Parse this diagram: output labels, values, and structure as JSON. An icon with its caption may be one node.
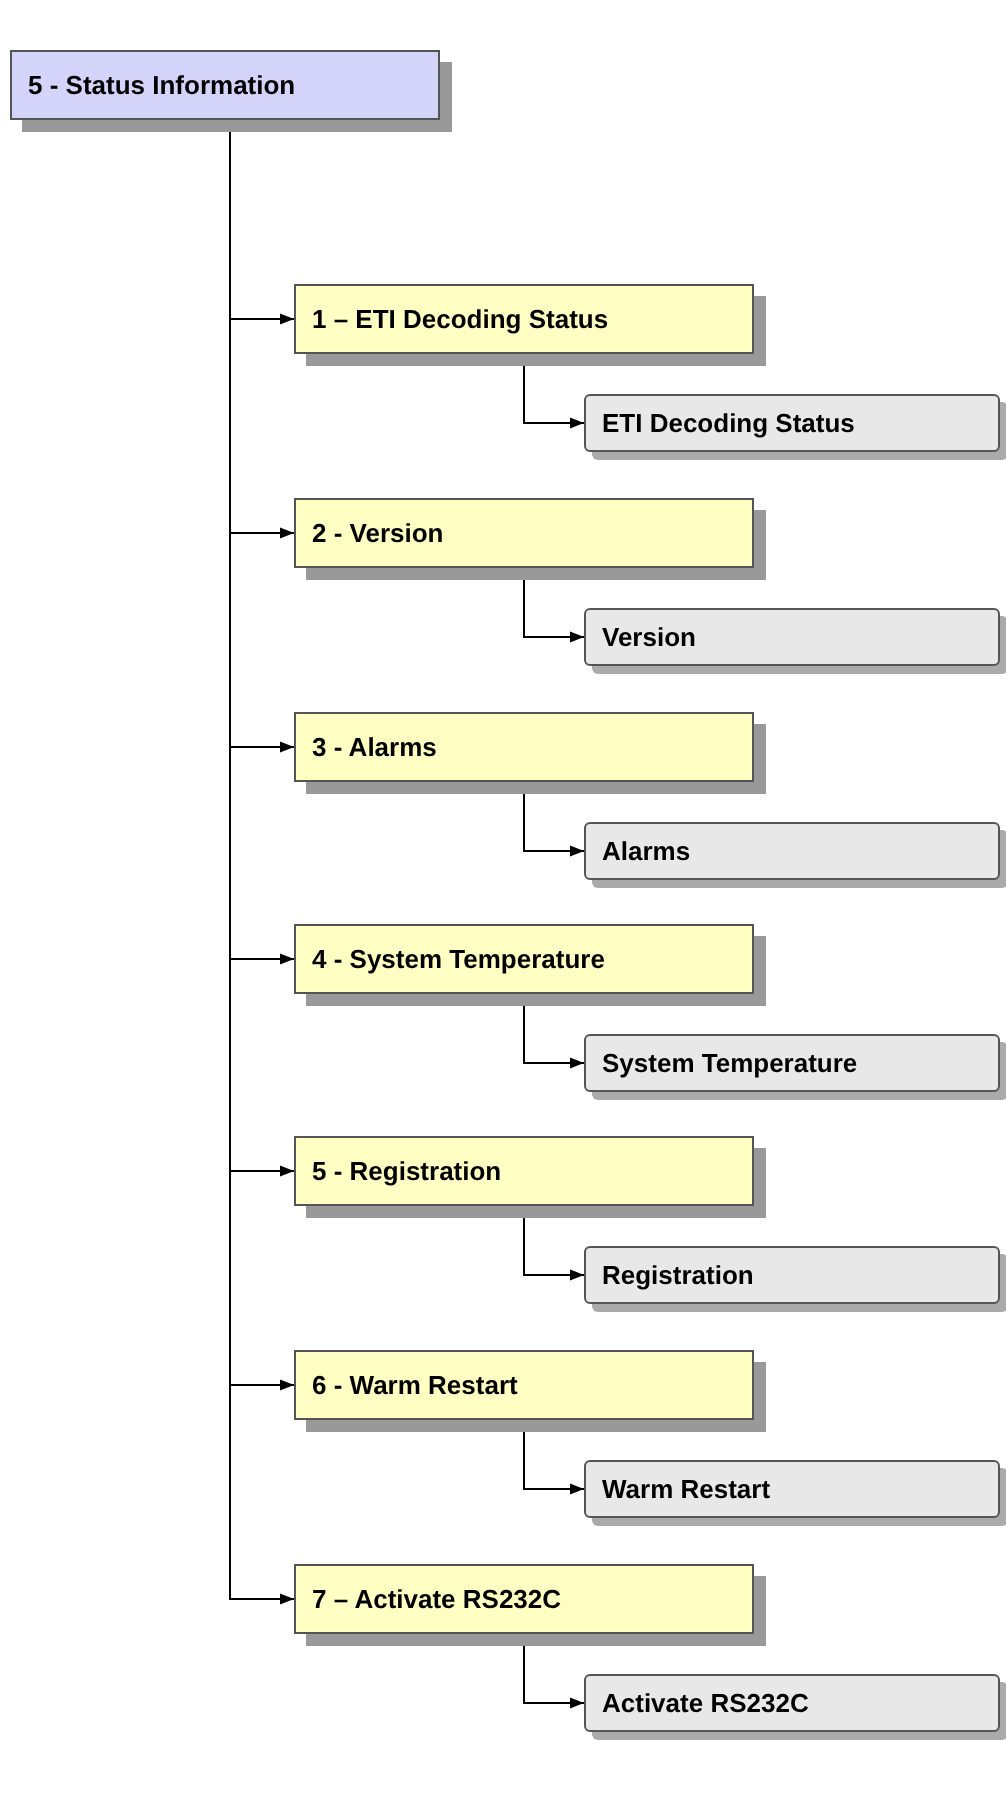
{
  "diagram": {
    "nodes": [
      {
        "text": [
          "5 - Status Information"
        ]
      },
      {
        "text": [
          "1 – ETI Decoding Status"
        ]
      },
      {
        "text": [
          "ETI Decoding Status"
        ]
      },
      {
        "text": [
          "2 - Version"
        ]
      },
      {
        "text": [
          "Version"
        ]
      },
      {
        "text": [
          "3 - Alarms"
        ]
      },
      {
        "text": [
          "Alarms"
        ]
      },
      {
        "text": [
          "4 - System Temperature"
        ]
      },
      {
        "text": [
          "System Temperature"
        ]
      },
      {
        "text": [
          "5 - Registration"
        ]
      },
      {
        "text": [
          "Registration"
        ]
      },
      {
        "text": [
          "6 - Warm Restart"
        ]
      },
      {
        "text": [
          "Warm Restart"
        ]
      },
      {
        "text": [
          "7 – Activate RS232C"
        ]
      },
      {
        "text": [
          "Activate RS232C"
        ]
      }
    ],
    "edges": [
      {
        "from": 0,
        "to": 1,
        "arrow": "to"
      },
      {
        "from": 1,
        "to": 2,
        "arrow": "to"
      },
      {
        "from": 0,
        "to": 3,
        "arrow": "to"
      },
      {
        "from": 3,
        "to": 4,
        "arrow": "to"
      },
      {
        "from": 0,
        "to": 5,
        "arrow": "to"
      },
      {
        "from": 5,
        "to": 6,
        "arrow": "to"
      },
      {
        "from": 0,
        "to": 7,
        "arrow": "to"
      },
      {
        "from": 7,
        "to": 8,
        "arrow": "to"
      },
      {
        "from": 0,
        "to": 9,
        "arrow": "to"
      },
      {
        "from": 9,
        "to": 10,
        "arrow": "to"
      },
      {
        "from": 0,
        "to": 11,
        "arrow": "to"
      },
      {
        "from": 11,
        "to": 12,
        "arrow": "to"
      },
      {
        "from": 0,
        "to": 13,
        "arrow": "to"
      },
      {
        "from": 13,
        "to": 14,
        "arrow": "to"
      }
    ]
  }
}
